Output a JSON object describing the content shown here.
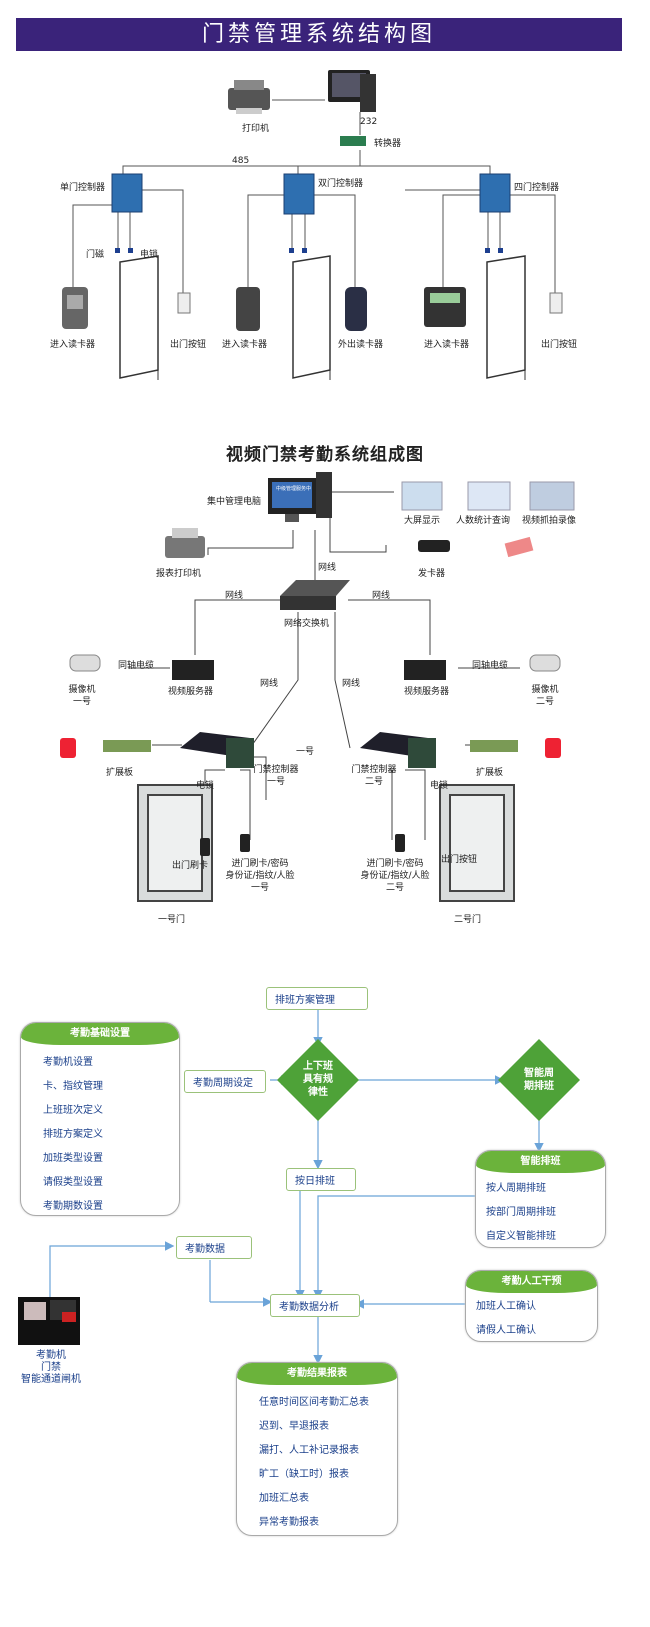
{
  "section1": {
    "title": "门禁管理系统结构图",
    "printer": "打印机",
    "rs232": "232",
    "converter": "转换器",
    "rs485": "485",
    "single_door_ctrl": "单门控制器",
    "double_door_ctrl": "双门控制器",
    "four_door_ctrl": "四门控制器",
    "door_magnet": "门磁",
    "lock": "电锁",
    "entry_reader_1": "进入读卡器",
    "exit_button_1": "出门按钮",
    "entry_reader_2": "进入读卡器",
    "exit_reader": "外出读卡器",
    "entry_reader_3": "进入读卡器",
    "exit_button_2": "出门按钮"
  },
  "section2": {
    "title": "视频门禁考勤系统组成图",
    "central_pc": "集中管理电脑",
    "screen_text": "中级管理服务中",
    "big_screen": "大屏显示",
    "people_stats": "人数统计查询",
    "video_capture": "视频抓拍录像",
    "report_printer": "报表打印机",
    "card_issuer": "发卡器",
    "net_cable": "网线",
    "switch": "网络交换机",
    "coax": "同轴电缆",
    "video_server": "视频服务器",
    "camera_1": "摄像机\n一号",
    "camera_2": "摄像机\n二号",
    "one": "一号",
    "expansion": "扩展板",
    "controller_1": "门禁控制器\n一号",
    "controller_2": "门禁控制器\n二号",
    "exit_card": "出门刷卡",
    "exit_button": "出门按钮",
    "entry_1": "进门刷卡/密码\n身份证/指纹/人脸\n一号",
    "entry_2": "进门刷卡/密码\n身份证/指纹/人脸\n二号",
    "door_1": "一号门",
    "door_2": "二号门"
  },
  "section3": {
    "basic_settings": {
      "title": "考勤基础设置",
      "items": [
        "考勤机设置",
        "卡、指纹管理",
        "上班班次定义",
        "排班方案定义",
        "加班类型设置",
        "请假类型设置",
        "考勤期数设置"
      ]
    },
    "shift_plan": "排班方案管理",
    "period_setting": "考勤周期设定",
    "decision": "上下班\n具有规\n律性",
    "smart_cycle": "智能周\n期排班",
    "daily_shift": "按日排班",
    "smart_shift": {
      "title": "智能排班",
      "items": [
        "按人周期排班",
        "按部门周期排班",
        "自定义智能排班"
      ]
    },
    "attendance_data": "考勤数据",
    "analysis": "考勤数据分析",
    "manual": {
      "title": "考勤人工干预",
      "items": [
        "加班人工确认",
        "请假人工确认"
      ]
    },
    "device_label": "考勤机\n门禁\n智能通道闸机",
    "results": {
      "title": "考勤结果报表",
      "items": [
        "任意时间区间考勤汇总表",
        "迟到、早退报表",
        "漏打、人工补记录报表",
        "旷工（缺工时）报表",
        "加班汇总表",
        "异常考勤报表"
      ]
    }
  },
  "colors": {
    "title_bar": "#3a237a",
    "green": "#6bb33b",
    "diamond": "#4ea238",
    "arrow": "#6aa3d8",
    "link_text": "#1a3f8a"
  }
}
